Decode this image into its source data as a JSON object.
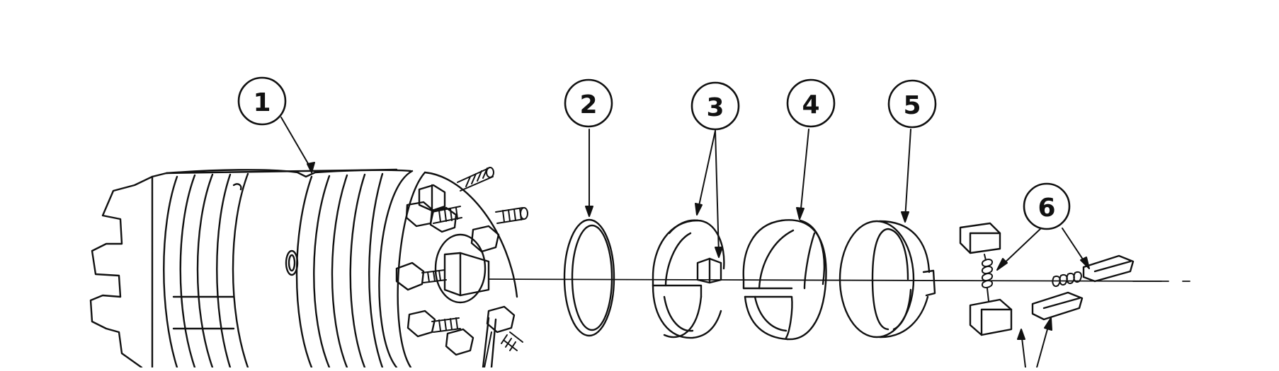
{
  "figure": {
    "callouts": [
      {
        "id": "callout-1",
        "label": "1"
      },
      {
        "id": "callout-2",
        "label": "2"
      },
      {
        "id": "callout-3",
        "label": "3"
      },
      {
        "id": "callout-4",
        "label": "4"
      },
      {
        "id": "callout-5",
        "label": "5"
      },
      {
        "id": "callout-6",
        "label": "6"
      }
    ],
    "colors": {
      "ink": "#111111",
      "paper": "#ffffff",
      "shade": "#d9d9d9"
    }
  }
}
